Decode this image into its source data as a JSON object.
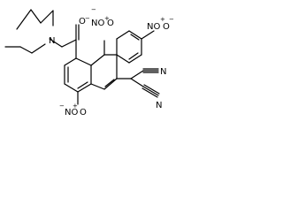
{
  "structure": {
    "atoms": {
      "amide_n": "N",
      "amide_o": "O",
      "amide_o_charge": "−",
      "nitro_top": "NO",
      "nitro_top_o2": "O",
      "nitro_top_charge_o": "−",
      "nitro_top_charge_n": "+",
      "nitro_right": "NO",
      "nitro_right_o2": "O",
      "nitro_right_charge_o": "−",
      "nitro_right_charge_n": "+",
      "nitro_bottom": "NO",
      "nitro_bottom_o2": "O",
      "nitro_bottom_charge_o": "−",
      "nitro_bottom_charge_n": "+",
      "cyano_top_n": "N",
      "cyano_bottom_n": "N"
    }
  }
}
